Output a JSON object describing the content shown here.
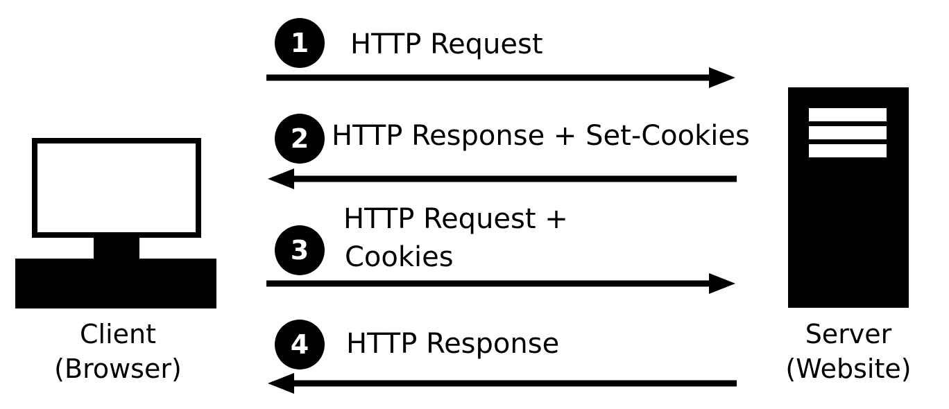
{
  "client": {
    "label_line1": "Client",
    "label_line2": "(Browser)",
    "icon": "desktop-computer-icon"
  },
  "server": {
    "label_line1": "Server",
    "label_line2": "(Website)",
    "icon": "server-tower-icon"
  },
  "steps": [
    {
      "number": "1",
      "label_line1": "HTTP Request",
      "label_line2": "",
      "direction": "client-to-server"
    },
    {
      "number": "2",
      "label_line1": "HTTP Response + Set-Cookies",
      "label_line2": "",
      "direction": "server-to-client"
    },
    {
      "number": "3",
      "label_line1": "HTTP Request +",
      "label_line2": "Cookies",
      "direction": "client-to-server"
    },
    {
      "number": "4",
      "label_line1": "HTTP Response",
      "label_line2": "",
      "direction": "server-to-client"
    }
  ],
  "colors": {
    "ink": "#000000",
    "background": "#ffffff"
  }
}
